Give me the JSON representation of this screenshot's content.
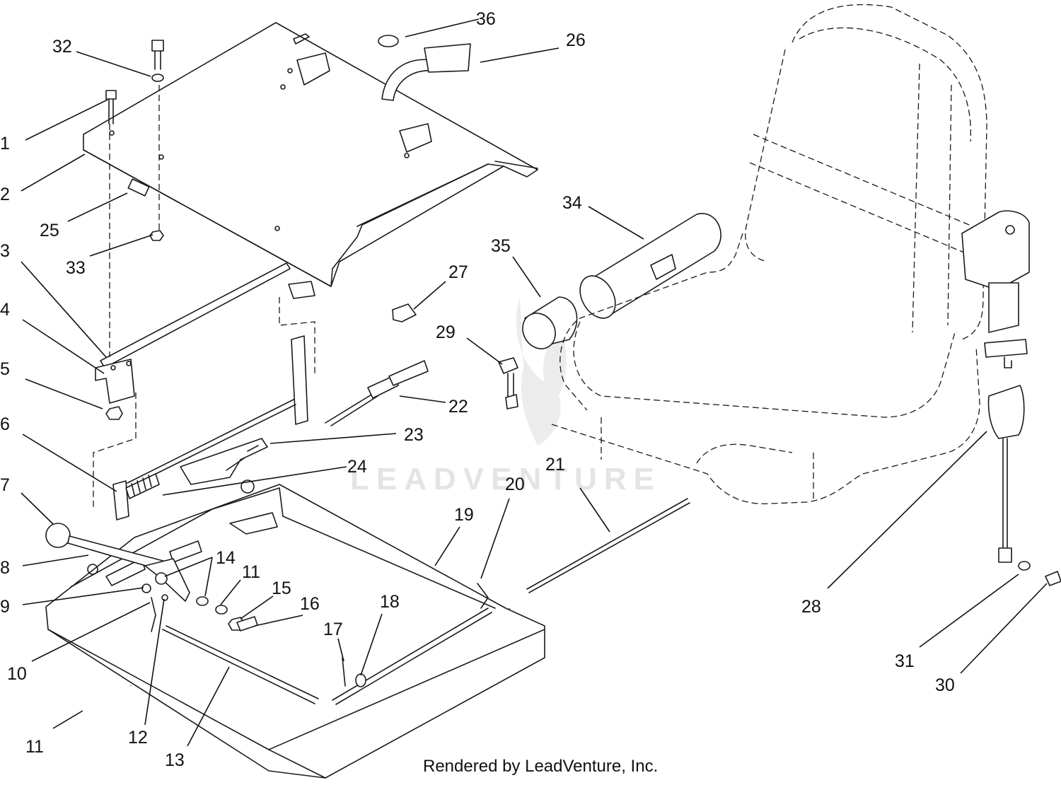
{
  "watermark_text": "LEADVENTURE",
  "footer_text": "Rendered by LeadVenture, Inc.",
  "callouts": [
    "1",
    "2",
    "3",
    "4",
    "5",
    "6",
    "7",
    "8",
    "9",
    "10",
    "11",
    "11",
    "12",
    "13",
    "14",
    "15",
    "16",
    "17",
    "18",
    "19",
    "20",
    "21",
    "22",
    "23",
    "24",
    "25",
    "26",
    "27",
    "28",
    "29",
    "30",
    "31",
    "32",
    "33",
    "34",
    "35",
    "36"
  ],
  "colors": {
    "line": "#1a1a1a",
    "watermark": "#e4e4e4",
    "background": "#ffffff"
  }
}
